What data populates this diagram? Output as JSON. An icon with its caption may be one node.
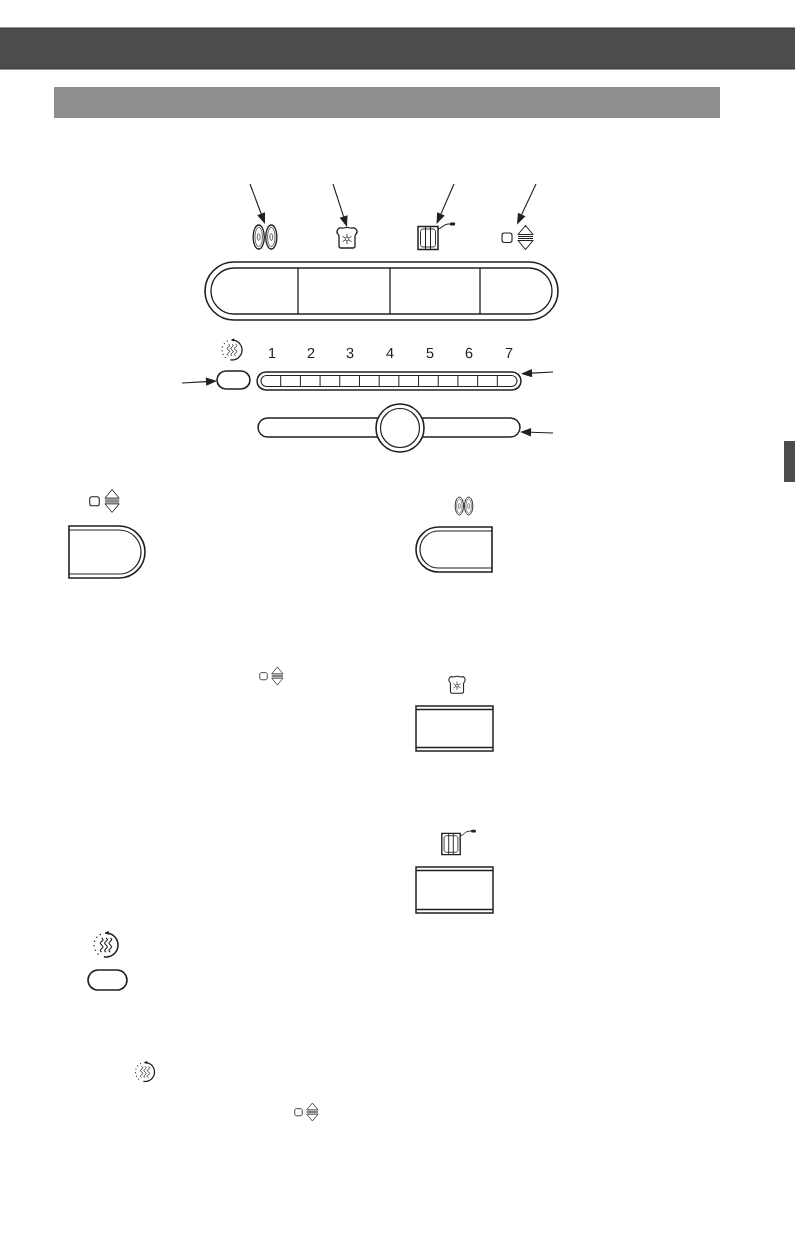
{
  "diagram": {
    "nodes": [
      {
        "text": [],
        "shape": "bar"
      },
      {
        "text": [],
        "shape": "picture"
      },
      {
        "text": [],
        "shape": "picture"
      },
      {
        "text": [],
        "shape": "picture"
      },
      {
        "text": [],
        "shape": "picture"
      },
      {
        "text": [],
        "shape": "box"
      },
      {
        "text": [],
        "shape": "bar"
      },
      {
        "text": [],
        "shape": "bar"
      }
    ],
    "edges": [
      {
        "from": null,
        "to": 1,
        "arrow": "to"
      },
      {
        "from": null,
        "to": 2,
        "arrow": "to"
      },
      {
        "from": null,
        "to": 3,
        "arrow": "to"
      },
      {
        "from": null,
        "to": 4,
        "arrow": "to"
      },
      {
        "from": null,
        "to": 5,
        "arrow": "to"
      },
      {
        "from": null,
        "to": 6,
        "arrow": "to"
      },
      {
        "from": null,
        "to": 7,
        "arrow": "to"
      }
    ],
    "labels": [
      "1",
      "2",
      "3",
      "4",
      "5",
      "6",
      "7"
    ]
  }
}
